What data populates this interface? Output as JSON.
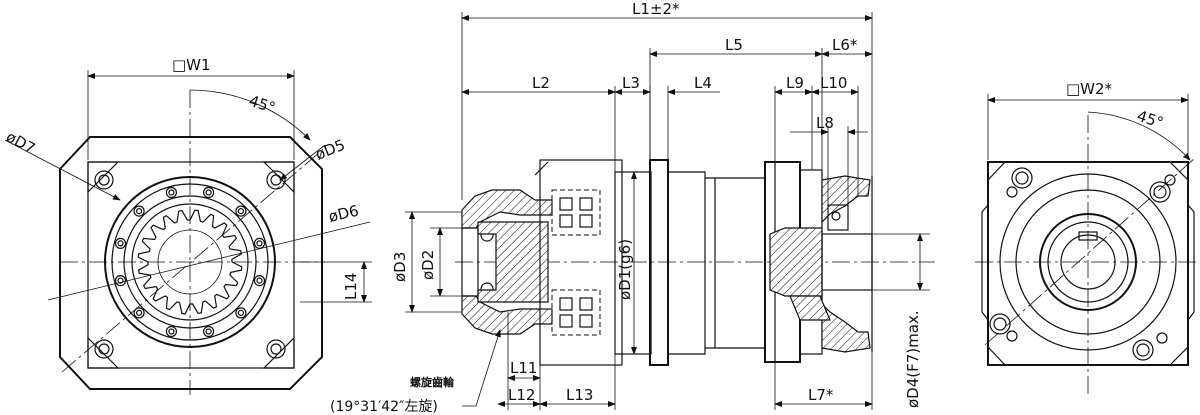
{
  "labels": {
    "w1": "□W1",
    "w2": "□W2*",
    "angle_left": "45°",
    "angle_right": "45°",
    "d7": "øD7",
    "d5": "øD5",
    "d6": "øD6",
    "l14": "L14",
    "l1": "L1±2*",
    "l5": "L5",
    "l6": "L6*",
    "l2": "L2",
    "l3": "L3",
    "l4": "L4",
    "l9": "L9",
    "l10": "L10",
    "l8": "L8",
    "d3": "øD3",
    "d2": "øD2",
    "d1": "øD1(g6)",
    "d4": "øD4(F7)max.",
    "l11": "L11",
    "l12": "L12",
    "l13": "L13",
    "l7": "L7*",
    "gear_note": "螺旋齒輪",
    "helix_angle": "(19°31′42″左旋)"
  }
}
